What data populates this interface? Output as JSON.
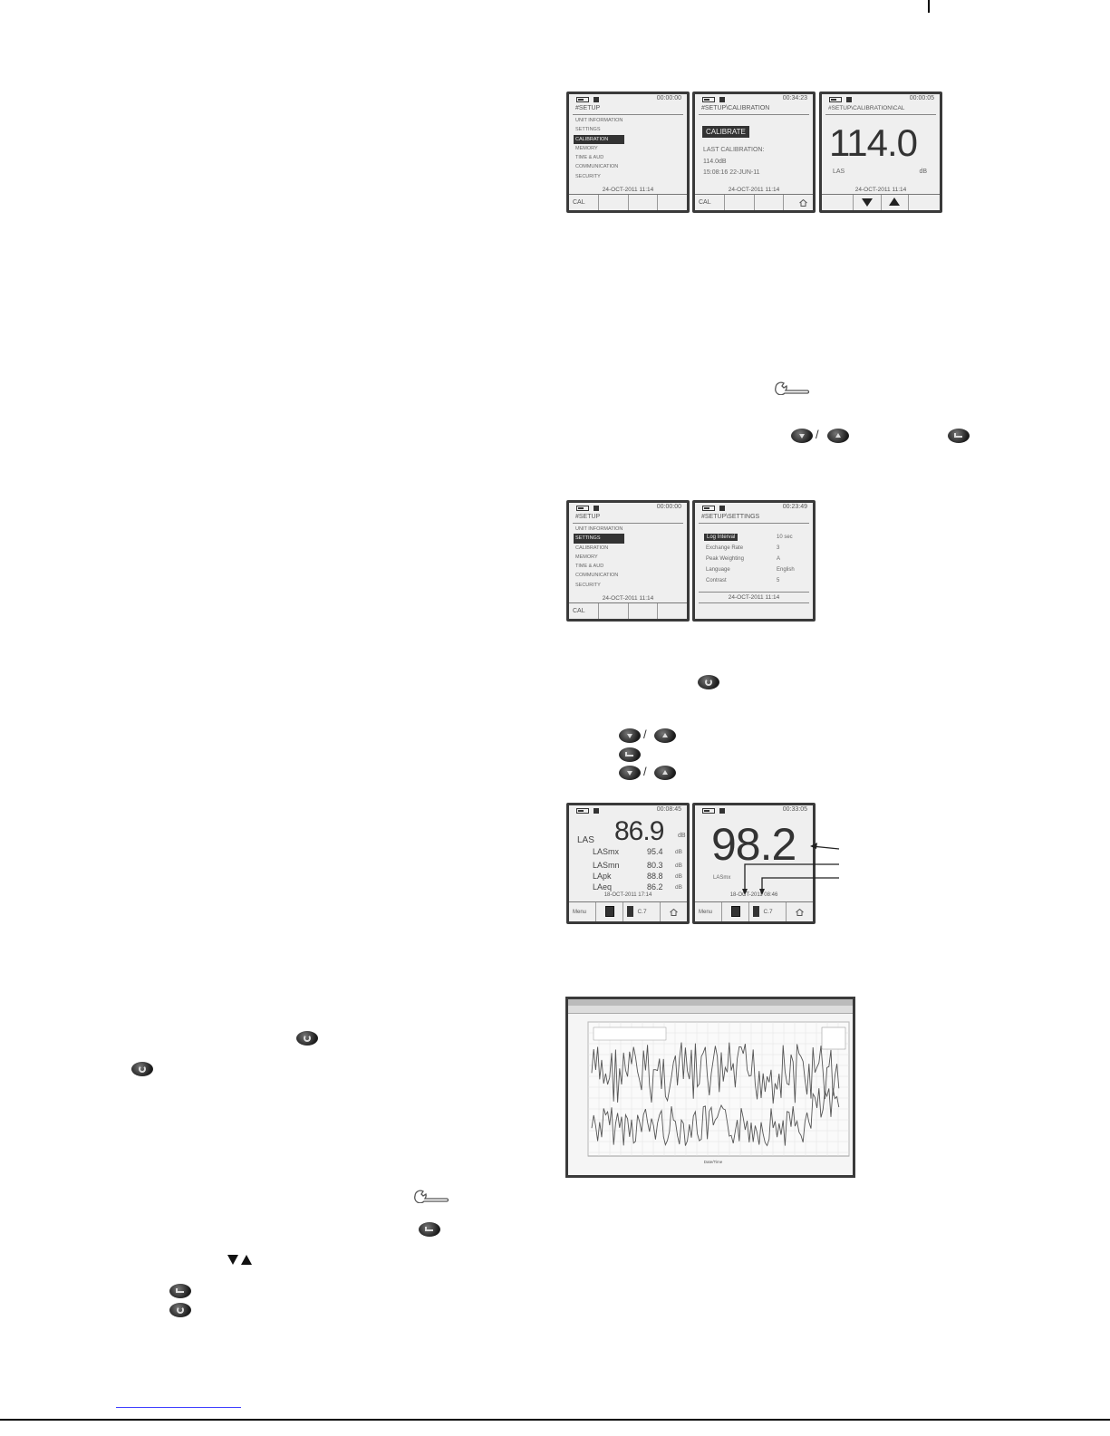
{
  "screen1": {
    "clock": "00:00:00",
    "title": "#SETUP",
    "menu": [
      "UNIT INFORMATION",
      "SETTINGS",
      "CALIBRATION",
      "MEMORY",
      "TIME & AUD",
      "COMMUNICATION",
      "SECURITY"
    ],
    "selected_index": 2,
    "date": "24-OCT-2011   11:14",
    "softkey1": "CAL"
  },
  "screen2": {
    "clock": "00:34:23",
    "title": "#SETUP\\CALIBRATION",
    "highlight": "CALIBRATE",
    "last_cal_label": "LAST CALIBRATION:",
    "last_cal_value": "114.0dB",
    "last_cal_time": "15:08:16  22-JUN-11",
    "date": "24-OCT-2011   11:14",
    "softkey1": "CAL"
  },
  "screen3": {
    "clock": "00:00:05",
    "title": "#SETUP\\CALIBRATION\\CAL",
    "value": "114.0",
    "metric": "LAS",
    "unit": "dB",
    "date": "24-OCT-2011   11:14"
  },
  "screen4": {
    "clock": "00:00:00",
    "title": "#SETUP",
    "menu": [
      "UNIT INFORMATION",
      "SETTINGS",
      "CALIBRATION",
      "MEMORY",
      "TIME & AUD",
      "COMMUNICATION",
      "SECURITY"
    ],
    "selected_index": 1,
    "date": "24-OCT-2011   11:14",
    "softkey1": "CAL"
  },
  "screen5": {
    "clock": "00:23:49",
    "title": "#SETUP\\SETTINGS",
    "rows": [
      {
        "label": "Log Interval",
        "value": "10 sec"
      },
      {
        "label": "Exchange Rate",
        "value": "3"
      },
      {
        "label": "Peak Weighting",
        "value": "A"
      },
      {
        "label": "Language",
        "value": "English"
      },
      {
        "label": "Contrast",
        "value": "5"
      }
    ],
    "date": "24-OCT-2011   11:14"
  },
  "screen6": {
    "clock": "00:08:45",
    "main_label": "LAS",
    "main_value": "86.9",
    "main_unit": "dB",
    "rows": [
      {
        "label": "LASmx",
        "value": "95.4",
        "unit": "dB"
      },
      {
        "label": "LASmn",
        "value": "80.3",
        "unit": "dB"
      },
      {
        "label": "LApk",
        "value": "88.8",
        "unit": "dB"
      },
      {
        "label": "LAeq",
        "value": "86.2",
        "unit": "dB"
      }
    ],
    "date": "18-OCT-2011   17:14",
    "softkey1": "Menu",
    "softkey3": "C.7"
  },
  "screen7": {
    "clock": "00:33:05",
    "value": "98.2",
    "metric": "LASmx",
    "date": "18-OCT-2011   08:46",
    "softkey1": "Menu",
    "softkey3": "C.7"
  },
  "chart": {
    "xlabel": "Date/Time"
  }
}
